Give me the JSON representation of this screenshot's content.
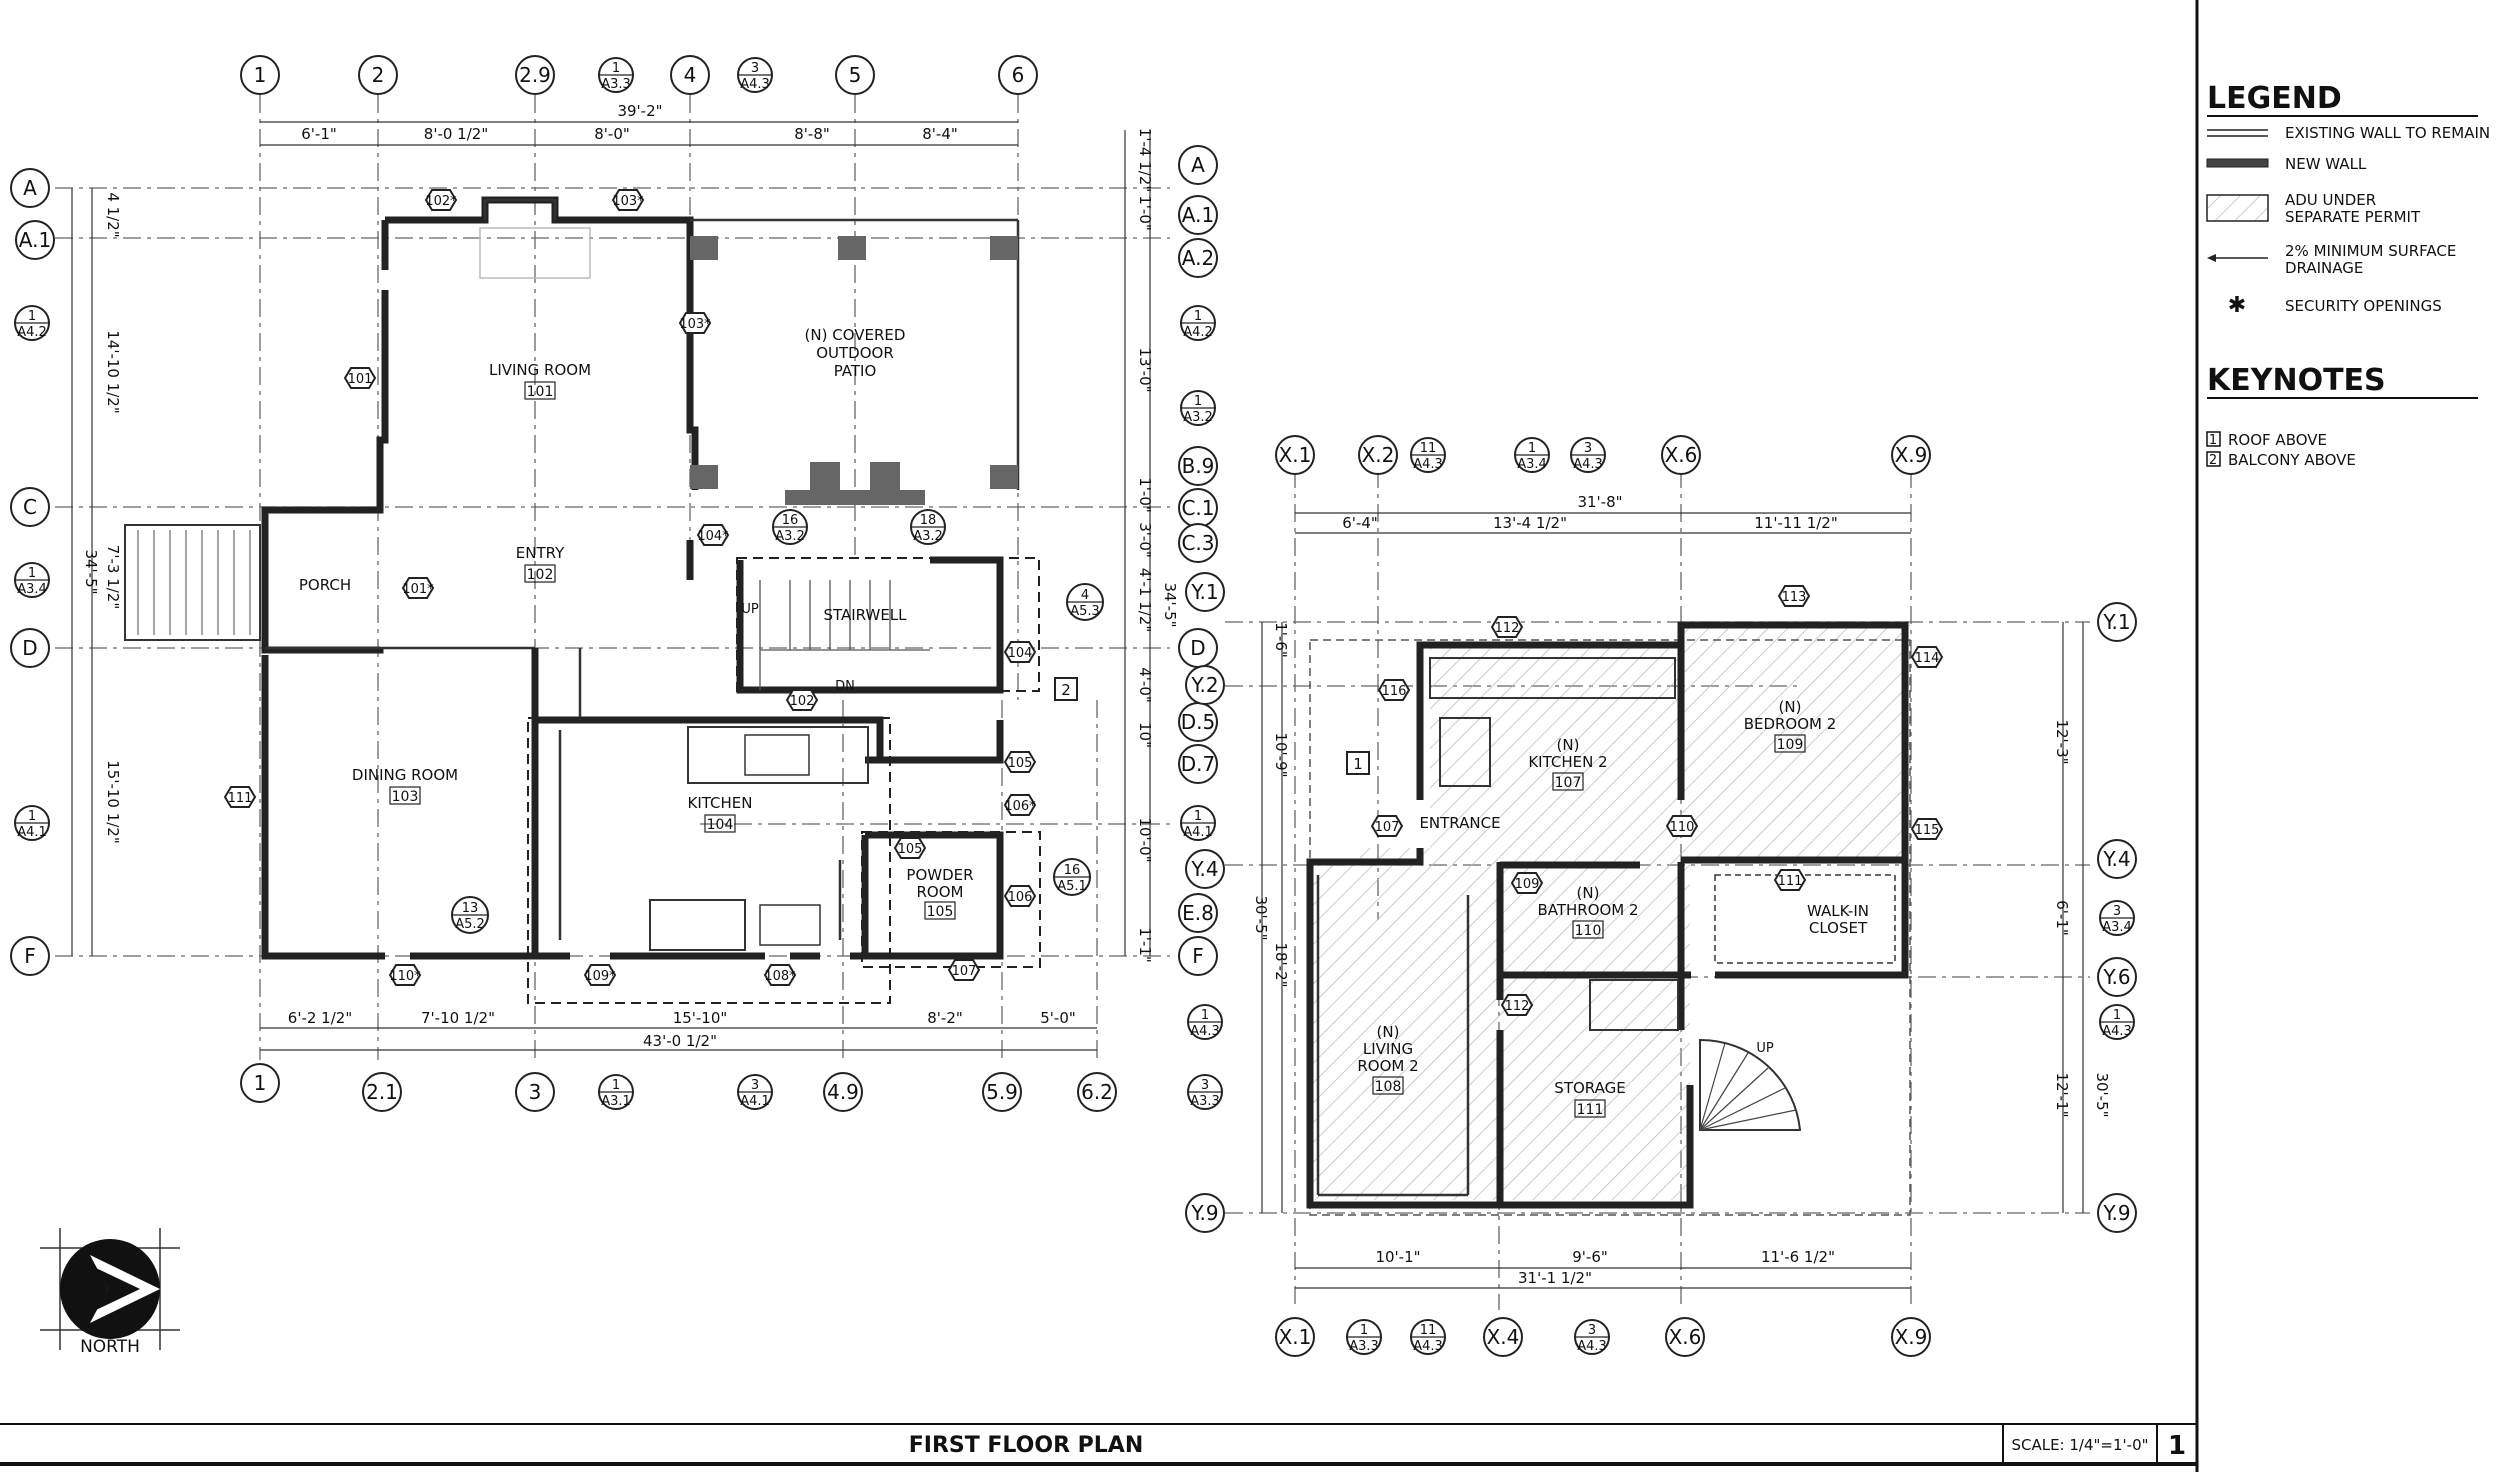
{
  "sheet": {
    "title": "FIRST FLOOR PLAN",
    "scale": "SCALE: 1/4\"=1'-0\"",
    "sheet_number": "1"
  },
  "legend": {
    "heading": "LEGEND",
    "items": [
      {
        "symbol": "existing-wall",
        "label": "EXISTING WALL TO REMAIN"
      },
      {
        "symbol": "new-wall",
        "label": "NEW WALL"
      },
      {
        "symbol": "adu-hatch",
        "label_line1": "ADU UNDER",
        "label_line2": "SEPARATE PERMIT"
      },
      {
        "symbol": "drainage-arrow",
        "label_line1": "2% MINIMUM SURFACE",
        "label_line2": "DRAINAGE"
      },
      {
        "symbol": "asterisk",
        "label": "SECURITY OPENINGS"
      }
    ]
  },
  "keynotes": {
    "heading": "KEYNOTES",
    "items": [
      {
        "number": "1",
        "text": "ROOF ABOVE"
      },
      {
        "number": "2",
        "text": "BALCONY ABOVE"
      }
    ]
  },
  "north": {
    "label": "NORTH"
  },
  "main_house": {
    "grid_top": [
      "1",
      "2",
      "2.9",
      "4",
      "5",
      "6"
    ],
    "grid_bottom": [
      "1",
      "2.1",
      "3",
      "4.9",
      "5.9",
      "6.2"
    ],
    "grid_left": [
      "A",
      "A.1",
      "C",
      "D",
      "F"
    ],
    "grid_right": [
      "A",
      "A.1",
      "A.2",
      "B.9",
      "C.1",
      "C.3",
      "D",
      "D.5",
      "D.7",
      "E.8",
      "F"
    ],
    "dims_top_total": "39'-2\"",
    "dims_top": [
      "6'-1\"",
      "8'-0 1/2\"",
      "8'-0\"",
      "8'-8\"",
      "8'-4\""
    ],
    "dims_bottom": [
      "6'-2 1/2\"",
      "7'-10 1/2\"",
      "15'-10\"",
      "8'-2\"",
      "5'-0\""
    ],
    "dims_bottom_total": "43'-0 1/2\"",
    "dims_left": [
      "4 1/2\"",
      "14'-10 1/2\"",
      "7'-3 1/2\"",
      "15'-10 1/2\""
    ],
    "dims_left_total": "34'-5\"",
    "dims_right": [
      "1'-4 1/2\"",
      "1'-0\"",
      "13'-0\"",
      "1'-0\"",
      "3'-0\"",
      "4'-1 1/2\"",
      "4'-0\"",
      "10\"",
      "10'-0\"",
      "1'-1\""
    ],
    "dims_right_total": "34'-5\"",
    "rooms": [
      {
        "name": "LIVING ROOM",
        "number": "101"
      },
      {
        "name_line1": "(N) COVERED",
        "name_line2": "OUTDOOR",
        "name_line3": "PATIO"
      },
      {
        "name": "ENTRY",
        "number": "102"
      },
      {
        "name": "PORCH"
      },
      {
        "name": "STAIRWELL"
      },
      {
        "name": "DINING ROOM",
        "number": "103"
      },
      {
        "name": "KITCHEN",
        "number": "104"
      },
      {
        "name_line1": "POWDER",
        "name_line2": "ROOM",
        "number": "105"
      }
    ],
    "door_tags": [
      "102*",
      "103*",
      "103*",
      "101",
      "101*",
      "104*",
      "104",
      "102",
      "105",
      "106*",
      "105",
      "106",
      "107",
      "108*",
      "109*",
      "110*",
      "111"
    ],
    "stair_labels": {
      "up": "UP",
      "down": "DN"
    },
    "keynote_tags": [
      "2"
    ],
    "section_marks": [
      {
        "top": "1",
        "bottom": "A3.3"
      },
      {
        "top": "3",
        "bottom": "A4.3"
      },
      {
        "top": "1",
        "bottom": "A4.2"
      },
      {
        "top": "1",
        "bottom": "A4.2"
      },
      {
        "top": "1",
        "bottom": "A3.2"
      },
      {
        "top": "1",
        "bottom": "A3.4"
      },
      {
        "top": "16",
        "bottom": "A3.2"
      },
      {
        "top": "18",
        "bottom": "A3.2"
      },
      {
        "top": "4",
        "bottom": "A5.3"
      },
      {
        "top": "1",
        "bottom": "A4.1"
      },
      {
        "top": "1",
        "bottom": "A4.1"
      },
      {
        "top": "16",
        "bottom": "A5.1"
      },
      {
        "top": "13",
        "bottom": "A5.2"
      },
      {
        "top": "1",
        "bottom": "A3.1"
      },
      {
        "top": "3",
        "bottom": "A4.1"
      }
    ]
  },
  "adu": {
    "grid_top": [
      "X.1",
      "X.2",
      "X.6",
      "X.9"
    ],
    "grid_bottom": [
      "X.1",
      "X.4",
      "X.6",
      "X.9"
    ],
    "grid_left": [
      "Y.1",
      "Y.2",
      "Y.4",
      "Y.9"
    ],
    "grid_right": [
      "Y.1",
      "Y.4",
      "Y.6",
      "Y.9"
    ],
    "dims_top_total": "31'-8\"",
    "dims_top": [
      "6'-4\"",
      "13'-4 1/2\"",
      "11'-11 1/2\""
    ],
    "dims_bottom": [
      "10'-1\"",
      "9'-6\"",
      "11'-6 1/2\""
    ],
    "dims_bottom_total": "31'-1 1/2\"",
    "dims_left": [
      "1'-6\"",
      "10'-9\"",
      "18'-2\""
    ],
    "dims_left_total": "30'-5\"",
    "dims_right": [
      "12'-3\"",
      "6'-1\"",
      "12'-1\""
    ],
    "dims_right_total": "30'-5\"",
    "rooms": [
      {
        "name_line1": "(N)",
        "name_line2": "KITCHEN 2",
        "number": "107"
      },
      {
        "name_line1": "(N)",
        "name_line2": "BEDROOM 2",
        "number": "109"
      },
      {
        "name": "ENTRANCE"
      },
      {
        "name_line1": "(N)",
        "name_line2": "BATHROOM 2",
        "number": "110"
      },
      {
        "name_line1": "WALK-IN",
        "name_line2": "CLOSET"
      },
      {
        "name_line1": "(N)",
        "name_line2": "LIVING",
        "name_line3": "ROOM 2",
        "number": "108"
      },
      {
        "name": "STORAGE",
        "number": "111"
      }
    ],
    "door_tags": [
      "112",
      "113",
      "114",
      "115",
      "116",
      "107",
      "110",
      "111",
      "109",
      "112"
    ],
    "stair_up": "UP",
    "keynote_tags": [
      "1"
    ],
    "section_marks": [
      {
        "top": "11",
        "bottom": "A4.3"
      },
      {
        "top": "1",
        "bottom": "A3.4"
      },
      {
        "top": "3",
        "bottom": "A4.3"
      },
      {
        "top": "3",
        "bottom": "A3.4"
      },
      {
        "top": "1",
        "bottom": "A4.3"
      },
      {
        "top": "1",
        "bottom": "A4.3"
      },
      {
        "top": "3",
        "bottom": "A3.3"
      },
      {
        "top": "1",
        "bottom": "A3.3"
      },
      {
        "top": "11",
        "bottom": "A4.3"
      },
      {
        "top": "3",
        "bottom": "A4.3"
      }
    ]
  }
}
